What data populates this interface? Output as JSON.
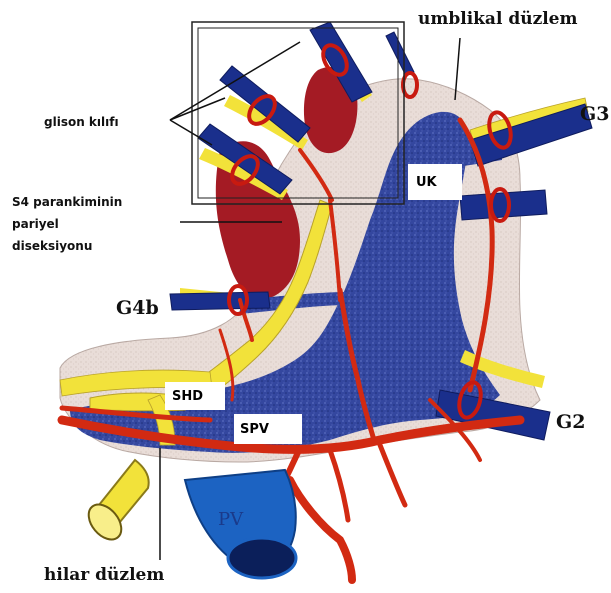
{
  "labels": {
    "umbilical_plane": "umblikal düzlem",
    "g3": "G3",
    "glisson_sheath": "glison kılıfı",
    "s4_line1": "S4 parankiminin",
    "s4_line2": "pariyel",
    "s4_line3": "diseksiyonu",
    "g4b": "G4b",
    "uk": "UK",
    "shd": "SHD",
    "spv": "SPV",
    "g2": "G2",
    "pv": "PV",
    "hilar_plane": "hilar düzlem"
  },
  "colors": {
    "portal_vein": "#2b3f9a",
    "hepatic_artery": "#d22a12",
    "bile_duct": "#f2e23a",
    "glissonian_sheath_blue": "#1a2f8c",
    "parenchyma": "#e8dcd6",
    "dissected_parenchyma": "#a01822"
  }
}
